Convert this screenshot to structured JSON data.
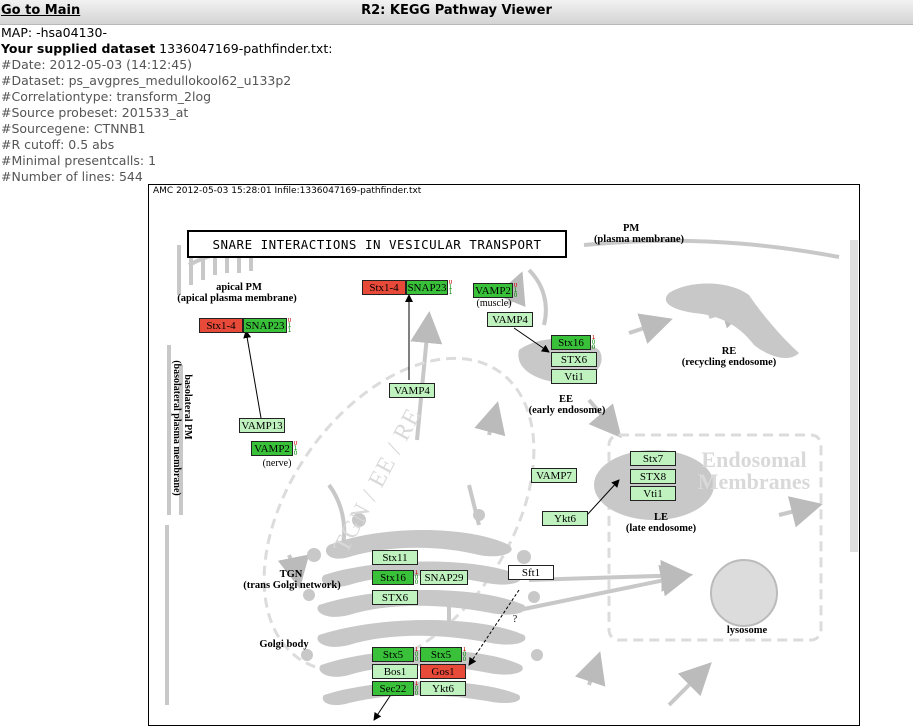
{
  "topbar": {
    "main_link": "Go to Main",
    "title": "R2: KEGG Pathway Viewer"
  },
  "info": {
    "map_label": "MAP:",
    "map_value": "-hsa04130-",
    "dataset_label": "Your supplied dataset",
    "dataset_value": "1336047169-pathfinder.txt:",
    "meta": [
      "#Date: 2012-05-03 (14:12:45)",
      "#Dataset: ps_avgpres_medullokool62_u133p2",
      "#Correlationtype: transform_2log",
      "#Source probeset: 201533_at",
      "#Sourcegene: CTNNB1",
      "#R cutoff: 0.5 abs",
      "#Minimal presentcalls: 1",
      "#Number of lines: 544"
    ]
  },
  "map": {
    "caption": "AMC 2012-05-03 15:28:01 Infile:1336047169-pathfinder.txt",
    "title": "SNARE INTERACTIONS IN VESICULAR TRANSPORT",
    "labels": {
      "pm": "PM",
      "pm_sub": "(plasma membrane)",
      "apical": "apical PM",
      "apical_sub": "(apical plasma membrane)",
      "basolateral": "basolateral PM",
      "basolateral_sub": "(basolateral plasma membrane)",
      "re": "RE",
      "re_sub": "(recycling endosome)",
      "ee": "EE",
      "ee_sub": "(early endosome)",
      "le": "LE",
      "le_sub": "(late endosome)",
      "tgn": "TGN",
      "tgn_sub": "(trans Golgi network)",
      "golgi": "Golgi body",
      "lysosome": "lysosome",
      "muscle": "(muscle)",
      "nerve": "(nerve)",
      "question": "?",
      "endosomal": "Endosomal",
      "membranes": "Membranes",
      "tgn_watermark": "TGN / EE / RE"
    },
    "genes": {
      "stx14_a": "Stx1-4",
      "snap23_a": "SNAP23",
      "stx14_b": "Stx1-4",
      "snap23_b": "SNAP23",
      "vamp2_muscle": "VAMP2",
      "vamp4_ee": "VAMP4",
      "stx16_ee": "Stx16",
      "stx6_ee": "STX6",
      "vti1_ee": "Vti1",
      "vamp4_mid": "VAMP4",
      "vamp13": "VAMP13",
      "vamp2_nerve": "VAMP2",
      "vamp7": "VAMP7",
      "ykt6_le": "Ykt6",
      "stx7": "Stx7",
      "stx8": "STX8",
      "vti1_le": "Vti1",
      "stx11": "Stx11",
      "stx16_tgn": "Stx16",
      "snap29": "SNAP29",
      "stx6_tgn": "STX6",
      "sft1": "Sft1",
      "stx5_a": "Stx5",
      "stx5_b": "Stx5",
      "bos1": "Bos1",
      "gos1": "Gos1",
      "sec22": "Sec22",
      "ykt6_golgi": "Ykt6"
    },
    "bars": {
      "a": [
        "0",
        "1",
        "1"
      ],
      "b": [
        "0",
        "1",
        "0"
      ],
      "c": [
        "1",
        "0",
        "0"
      ]
    }
  },
  "colors": {
    "light": "#bff2bf",
    "green": "#39c139",
    "red": "#e84a3a",
    "membrane": "#c8c8c8"
  }
}
